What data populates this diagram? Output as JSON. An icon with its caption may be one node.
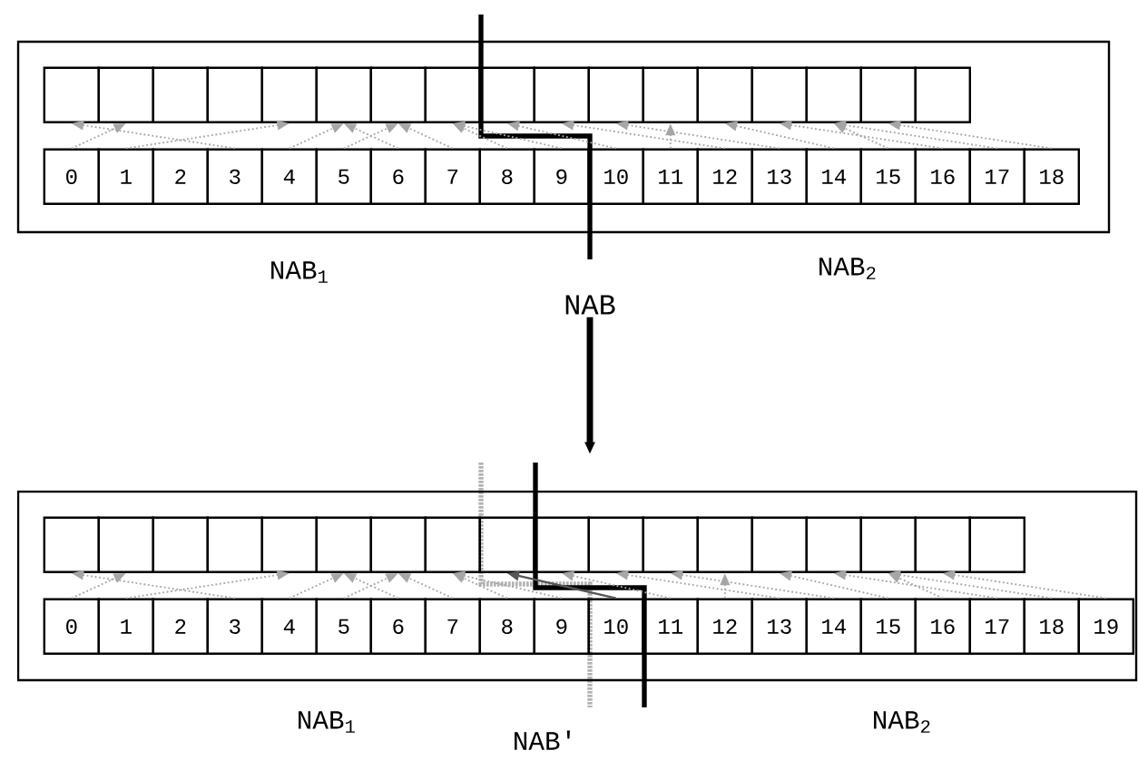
{
  "diagram": {
    "nodes": [
      {
        "text": [],
        "shape": "box"
      },
      {
        "text": [],
        "shape": "box",
        "in": 0
      },
      {
        "text": [],
        "shape": "box",
        "in": 0
      },
      {
        "text": [],
        "shape": "box",
        "in": 0
      },
      {
        "text": [],
        "shape": "box",
        "in": 0
      },
      {
        "text": [],
        "shape": "box",
        "in": 0
      },
      {
        "text": [],
        "shape": "box",
        "in": 0
      },
      {
        "text": [],
        "shape": "box",
        "in": 0
      },
      {
        "text": [],
        "shape": "box",
        "in": 0
      },
      {
        "text": [],
        "shape": "box",
        "in": 0
      },
      {
        "text": [],
        "shape": "box",
        "in": 0
      },
      {
        "text": [],
        "shape": "box",
        "in": 0
      },
      {
        "text": [],
        "shape": "box",
        "in": 0
      },
      {
        "text": [],
        "shape": "box",
        "in": 0
      },
      {
        "text": [],
        "shape": "box",
        "in": 0
      },
      {
        "text": [],
        "shape": "box",
        "in": 0
      },
      {
        "text": [],
        "shape": "box",
        "in": 0
      },
      {
        "text": [],
        "shape": "box",
        "in": 0
      },
      {
        "text": [
          "0"
        ],
        "in": 0
      },
      {
        "text": [
          "1"
        ],
        "in": 0
      },
      {
        "text": [
          "2"
        ],
        "in": 0
      },
      {
        "text": [
          "3"
        ],
        "in": 0
      },
      {
        "text": [
          "4"
        ],
        "in": 0
      },
      {
        "text": [
          "5"
        ],
        "in": 0
      },
      {
        "text": [
          "6"
        ],
        "in": 0
      },
      {
        "text": [
          "7"
        ],
        "in": 0
      },
      {
        "text": [
          "8"
        ],
        "in": 0
      },
      {
        "text": [
          "9"
        ],
        "in": 0
      },
      {
        "text": [
          "10"
        ],
        "in": 0
      },
      {
        "text": [
          "11"
        ],
        "in": 0
      },
      {
        "text": [
          "12"
        ],
        "in": 0
      },
      {
        "text": [
          "13"
        ],
        "in": 0
      },
      {
        "text": [
          "14"
        ],
        "in": 0
      },
      {
        "text": [
          "15"
        ],
        "in": 0
      },
      {
        "text": [
          "16"
        ],
        "in": 0
      },
      {
        "text": [
          "17"
        ],
        "in": 0
      },
      {
        "text": [
          "18"
        ],
        "in": 0
      },
      {
        "text": [
          "NAB"
        ]
      },
      {
        "text": [],
        "shape": "box"
      },
      {
        "text": [],
        "shape": "box",
        "in": 38
      },
      {
        "text": [],
        "shape": "box",
        "in": 38
      },
      {
        "text": [],
        "shape": "box",
        "in": 38
      },
      {
        "text": [],
        "shape": "box",
        "in": 38
      },
      {
        "text": [],
        "shape": "box",
        "in": 38
      },
      {
        "text": [],
        "shape": "box",
        "in": 38
      },
      {
        "text": [],
        "shape": "box",
        "in": 38
      },
      {
        "text": [],
        "shape": "box",
        "in": 38
      },
      {
        "text": [],
        "shape": "box",
        "in": 38
      },
      {
        "text": [],
        "shape": "box",
        "in": 38
      },
      {
        "text": [],
        "shape": "box",
        "in": 38
      },
      {
        "text": [],
        "shape": "box",
        "in": 38
      },
      {
        "text": [],
        "shape": "box",
        "in": 38
      },
      {
        "text": [],
        "shape": "box",
        "in": 38
      },
      {
        "text": [],
        "shape": "box",
        "in": 38
      },
      {
        "text": [],
        "shape": "box",
        "in": 38
      },
      {
        "text": [],
        "shape": "box",
        "in": 38
      },
      {
        "text": [],
        "shape": "box",
        "in": 38
      },
      {
        "text": [
          "0"
        ],
        "in": 38
      },
      {
        "text": [
          "1"
        ],
        "in": 38
      },
      {
        "text": [
          "2"
        ],
        "in": 38
      },
      {
        "text": [
          "3"
        ],
        "in": 38
      },
      {
        "text": [
          "4"
        ],
        "in": 38
      },
      {
        "text": [
          "5"
        ],
        "in": 38
      },
      {
        "text": [
          "6"
        ],
        "in": 38
      },
      {
        "text": [
          "7"
        ],
        "in": 38
      },
      {
        "text": [
          "8"
        ],
        "in": 38
      },
      {
        "text": [
          "9"
        ],
        "in": 38
      },
      {
        "text": [
          "10"
        ],
        "in": 38
      },
      {
        "text": [
          "11"
        ],
        "in": 38
      },
      {
        "text": [
          "12"
        ],
        "in": 38
      },
      {
        "text": [
          "13"
        ],
        "in": 38
      },
      {
        "text": [
          "14"
        ],
        "in": 38
      },
      {
        "text": [
          "15"
        ],
        "in": 38
      },
      {
        "text": [
          "16"
        ],
        "in": 38
      },
      {
        "text": [
          "17"
        ],
        "in": 38
      },
      {
        "text": [
          "18"
        ],
        "in": 38
      },
      {
        "text": [
          "19"
        ],
        "in": 38
      }
    ],
    "edges": [
      {
        "from": 18,
        "to": 2,
        "arrow": "to",
        "style": "dashed"
      },
      {
        "from": 19,
        "to": 5,
        "arrow": "to",
        "style": "dashed"
      },
      {
        "from": 21,
        "to": 1,
        "arrow": "to",
        "style": "dashed"
      },
      {
        "from": 22,
        "to": 6,
        "arrow": "to",
        "style": "dashed"
      },
      {
        "from": 23,
        "to": 7,
        "arrow": "to",
        "style": "dashed"
      },
      {
        "from": 24,
        "to": 6,
        "arrow": "to",
        "style": "dashed"
      },
      {
        "from": 25,
        "to": 7,
        "arrow": "to",
        "style": "dashed"
      },
      {
        "from": 26,
        "to": 8,
        "arrow": "to",
        "style": "dashed"
      },
      {
        "from": 27,
        "to": 8,
        "arrow": "to",
        "style": "dashed"
      },
      {
        "from": 28,
        "to": 9,
        "arrow": "to",
        "style": "dashed"
      },
      {
        "from": 29,
        "to": 12,
        "arrow": "to",
        "style": "dashed"
      },
      {
        "from": 30,
        "to": 10,
        "arrow": "to",
        "style": "dashed"
      },
      {
        "from": 31,
        "to": 11,
        "arrow": "to",
        "style": "dashed"
      },
      {
        "from": 32,
        "to": 13,
        "arrow": "to",
        "style": "dashed"
      },
      {
        "from": 33,
        "to": 15,
        "arrow": "to",
        "style": "dashed"
      },
      {
        "from": 34,
        "to": 14,
        "arrow": "to",
        "style": "dashed"
      },
      {
        "from": 35,
        "to": 15,
        "arrow": "to",
        "style": "dashed"
      },
      {
        "from": 36,
        "to": 16,
        "arrow": "to",
        "style": "dashed"
      },
      {
        "from": 57,
        "to": 40,
        "arrow": "to",
        "style": "dashed"
      },
      {
        "from": 58,
        "to": 43,
        "arrow": "to",
        "style": "dashed"
      },
      {
        "from": 60,
        "to": 39,
        "arrow": "to",
        "style": "dashed"
      },
      {
        "from": 61,
        "to": 44,
        "arrow": "to",
        "style": "dashed"
      },
      {
        "from": 62,
        "to": 45,
        "arrow": "to",
        "style": "dashed"
      },
      {
        "from": 63,
        "to": 44,
        "arrow": "to",
        "style": "dashed"
      },
      {
        "from": 64,
        "to": 45,
        "arrow": "to",
        "style": "dashed"
      },
      {
        "from": 65,
        "to": 46,
        "arrow": "to",
        "style": "dashed"
      },
      {
        "from": 66,
        "to": 46,
        "arrow": "to",
        "style": "dashed"
      },
      {
        "from": 67,
        "to": 47,
        "arrow": "to",
        "color": "#555555"
      },
      {
        "from": 68,
        "to": 48,
        "arrow": "to",
        "style": "dashed"
      },
      {
        "from": 69,
        "to": 51,
        "arrow": "to",
        "style": "dashed"
      },
      {
        "from": 70,
        "to": 49,
        "arrow": "to",
        "style": "dashed"
      },
      {
        "from": 71,
        "to": 50,
        "arrow": "to",
        "style": "dashed"
      },
      {
        "from": 72,
        "to": 52,
        "arrow": "to",
        "style": "dashed"
      },
      {
        "from": 73,
        "to": 54,
        "arrow": "to",
        "style": "dashed"
      },
      {
        "from": 74,
        "to": 53,
        "arrow": "to",
        "style": "dashed"
      },
      {
        "from": 75,
        "to": 54,
        "arrow": "to",
        "style": "dashed"
      },
      {
        "from": 76,
        "to": 55,
        "arrow": "to",
        "style": "dashed"
      },
      {
        "from": 37,
        "to": 38,
        "arrow": "to",
        "style": "thick",
        "color": "#000000"
      }
    ],
    "labels": [
      "NAB$_{1}$",
      "NAB$_{2}$",
      "NAB$_{1}$",
      "NAB$_{2}$",
      "NAB'"
    ]
  }
}
